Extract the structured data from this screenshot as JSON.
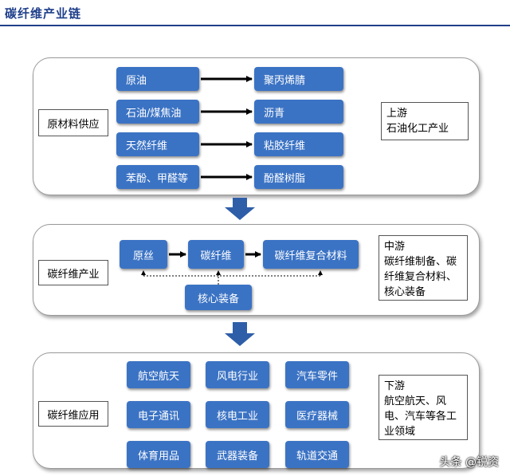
{
  "title": "碳纤维产业链",
  "upstream": {
    "label": "原材料供应",
    "note": [
      "上游",
      "石油化工产业"
    ],
    "sources": [
      "原油",
      "石油/煤焦油",
      "天然纤维",
      "苯酚、甲醛等"
    ],
    "products": [
      "聚丙烯腈",
      "沥青",
      "粘胶纤维",
      "酚醛树脂"
    ]
  },
  "midstream": {
    "label": "碳纤维产业",
    "note": [
      "中游",
      "碳纤维制备、碳",
      "纤维复合材料、",
      "核心装备"
    ],
    "chain": [
      "原丝",
      "碳纤维",
      "碳纤维复合材料"
    ],
    "equipment": "核心装备"
  },
  "downstream": {
    "label": "碳纤维应用",
    "note": [
      "下游",
      "航空航天、风",
      "电、汽车等各工",
      "业领域"
    ],
    "apps": [
      "航空航天",
      "风电行业",
      "汽车零件",
      "电子通讯",
      "核电工业",
      "医疗器械",
      "体育用品",
      "武器装备",
      "轨道交通"
    ]
  },
  "watermark": "头条 @锐资",
  "colors": {
    "node": "#3b73c4",
    "arrow": "#2e5ea8",
    "title": "#1f3f8a"
  }
}
